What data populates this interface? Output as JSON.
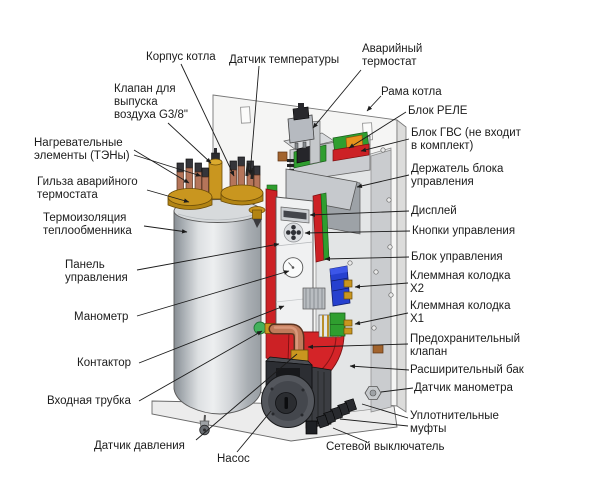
{
  "figure": {
    "title_implied": "Внутреннее устройство электрического котла",
    "type": "annotated-technical-illustration"
  },
  "palette": {
    "body_red": "#cc2125",
    "pcb_green": "#2f9e2f",
    "brass": "#c9961f",
    "copper": "#c07b5b",
    "terminal_blue": "#2640cf",
    "connector_orange": "#e8921c",
    "metal_gray": "#d7dadc",
    "line_color": "#1c1c1c"
  },
  "callouts": {
    "korpus_kotla": "Корпус котла",
    "datchik_temperatury": "Датчик температуры",
    "avariyny_termostat": "Аварийный\nтермостат",
    "klapan_vypuska": "Клапан для\nвыпуска\nвоздуха G3/8\"",
    "rama_kotla": "Рама котла",
    "blok_rele": "Блок РЕЛЕ",
    "blok_gvs": "Блок ГВС (не входит\nв комплект)",
    "nagrevatelnye_elementy": "Нагревательные\nэлементы (ТЭНы)",
    "derzhatel_bloka": "Держатель блока\nуправления",
    "gilza_termostata": "Гильза аварийного\nтермостата",
    "termoizolyatsiya": "Термоизоляция\nтеплообменника",
    "displey": "Дисплей",
    "knopki_upravleniya": "Кнопки управления",
    "panel_upravleniya": "Панель\nуправления",
    "blok_upravleniya": "Блок управления",
    "klemmnaya_x2": "Клеммная колодка\nХ2",
    "klemmnaya_x1": "Клеммная колодка\nХ1",
    "manometr": "Манометр",
    "predohranitelny_klapan": "Предохранительный\nклапан",
    "kontaktor": "Контактор",
    "rasshiritelny_bak": "Расширительный бак",
    "datchik_manometra": "Датчик манометра",
    "vhodnaya_trubka": "Входная трубка",
    "uplotnitelnye_mufty": "Уплотнительные\nмуфты",
    "datchik_davleniya": "Датчик давления",
    "nasos": "Насос",
    "setevoy_vyklyuchatel": "Сетевой выключатель"
  }
}
